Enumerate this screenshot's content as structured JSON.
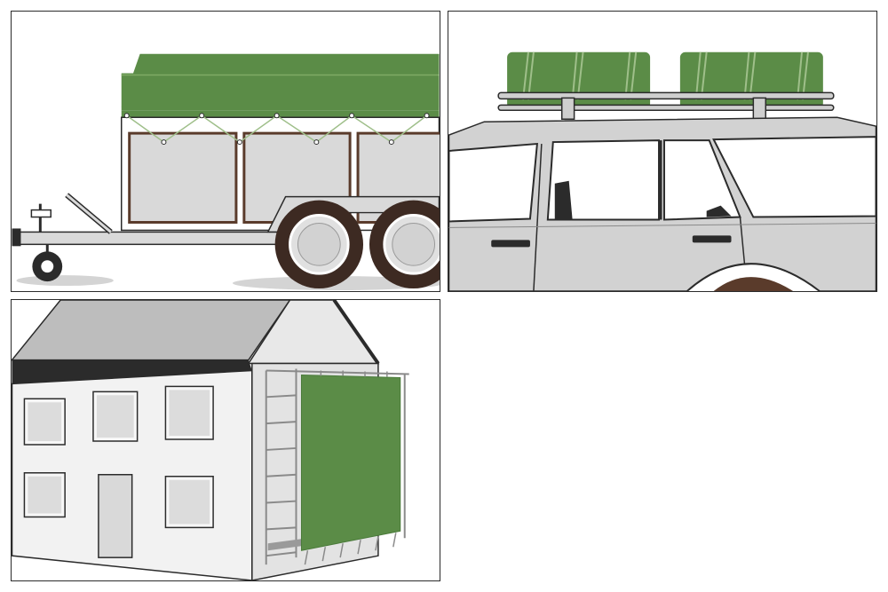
{
  "colors": {
    "tarp": "#5b8c47",
    "tarp_dark": "#4a7a3a",
    "outline": "#2b2b2b",
    "panel_fill": "#d9d9d9",
    "wood_brown": "#5a3b2b",
    "tire": "#3d2a22",
    "car_body": "#d2d2d2",
    "roof": "#bdbdbd",
    "wall": "#e6e6e6",
    "ground_shadow": "#cfcfcf"
  },
  "panels": [
    {
      "id": "trailer",
      "subject": "covered-trailer",
      "icon": "tarp-cover-icon"
    },
    {
      "id": "roof-rack",
      "subject": "car-roof-rack",
      "icon": "tarp-bundle-icon"
    },
    {
      "id": "facade",
      "subject": "house-scaffold",
      "icon": "tarp-screen-icon"
    }
  ]
}
